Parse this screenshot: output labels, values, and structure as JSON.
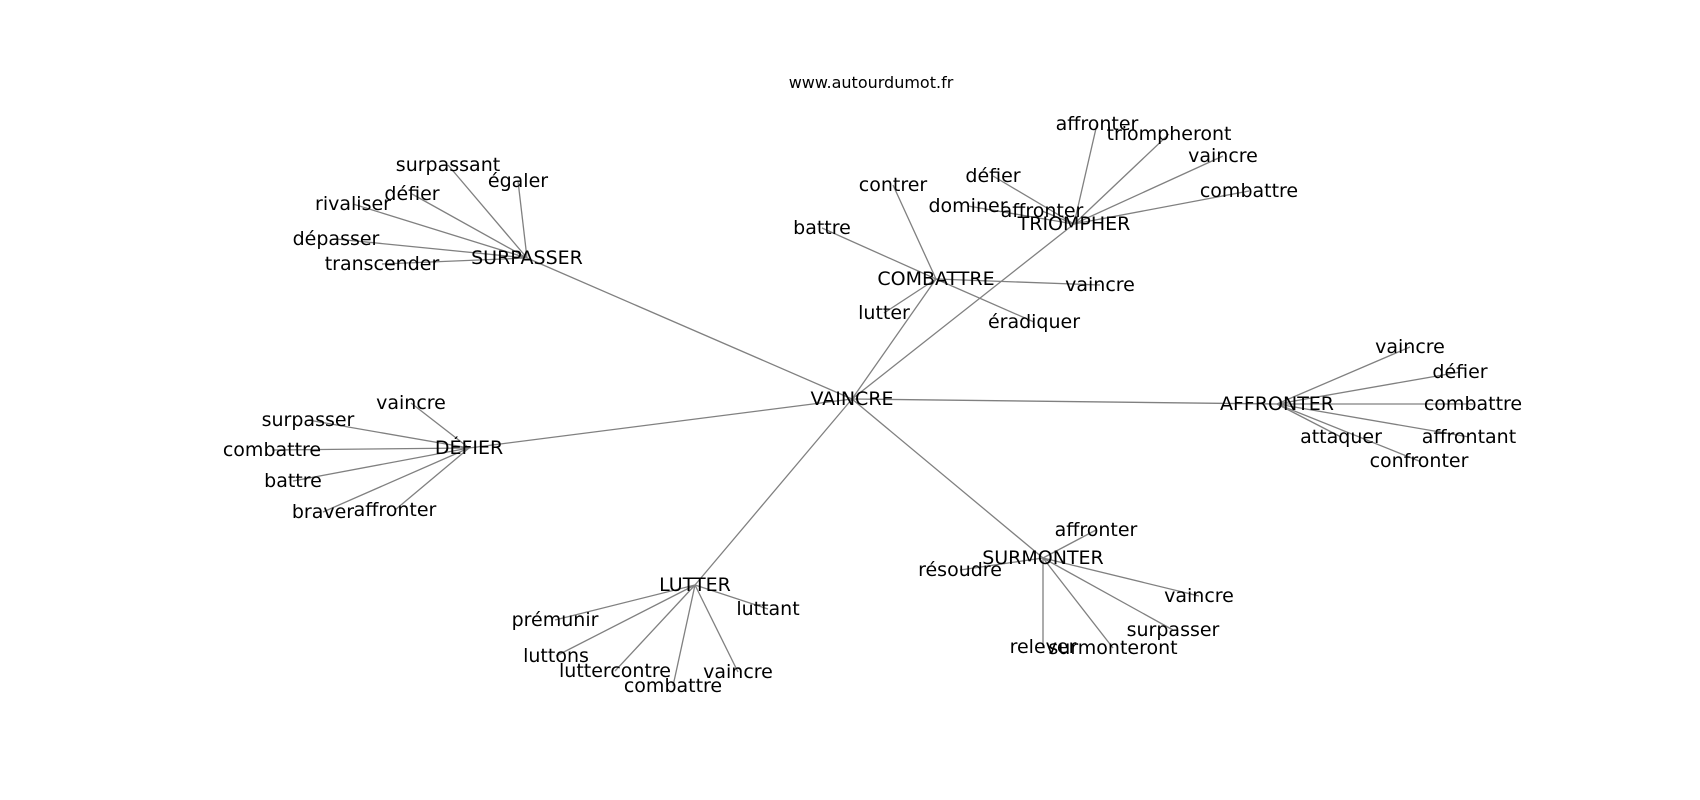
{
  "source": "www.autourdumot.fr",
  "nodes": [
    {
      "id": "vaincre_root",
      "label": "VAINCRE"
    },
    {
      "id": "surpasser_hub",
      "label": "SURPASSER"
    },
    {
      "id": "combattre_hub",
      "label": "COMBATTRE"
    },
    {
      "id": "triompher_hub",
      "label": "TRIOMPHER"
    },
    {
      "id": "affronter_hub",
      "label": "AFFRONTER"
    },
    {
      "id": "defier_hub",
      "label": "DÉFIER"
    },
    {
      "id": "lutter_hub",
      "label": "LUTTER"
    },
    {
      "id": "surmonter_hub",
      "label": "SURMONTER"
    },
    {
      "id": "s1",
      "label": "surpassant"
    },
    {
      "id": "s2",
      "label": "égaler"
    },
    {
      "id": "s3",
      "label": "défier"
    },
    {
      "id": "s4",
      "label": "rivaliser"
    },
    {
      "id": "s5",
      "label": "dépasser"
    },
    {
      "id": "s6",
      "label": "transcender"
    },
    {
      "id": "c1",
      "label": "contrer"
    },
    {
      "id": "c2",
      "label": "battre"
    },
    {
      "id": "c3",
      "label": "lutter"
    },
    {
      "id": "c4",
      "label": "vaincre"
    },
    {
      "id": "c5",
      "label": "éradiquer"
    },
    {
      "id": "t1",
      "label": "affronter"
    },
    {
      "id": "t2",
      "label": "triompheront"
    },
    {
      "id": "t3",
      "label": "défier"
    },
    {
      "id": "t4",
      "label": "vaincre"
    },
    {
      "id": "t5",
      "label": "dominer"
    },
    {
      "id": "t6",
      "label": "affronter"
    },
    {
      "id": "t7",
      "label": "combattre"
    },
    {
      "id": "a1",
      "label": "vaincre"
    },
    {
      "id": "a2",
      "label": "défier"
    },
    {
      "id": "a3",
      "label": "combattre"
    },
    {
      "id": "a4",
      "label": "attaquer"
    },
    {
      "id": "a5",
      "label": "affrontant"
    },
    {
      "id": "a6",
      "label": "confronter"
    },
    {
      "id": "d1",
      "label": "vaincre"
    },
    {
      "id": "d2",
      "label": "surpasser"
    },
    {
      "id": "d3",
      "label": "combattre"
    },
    {
      "id": "d4",
      "label": "battre"
    },
    {
      "id": "d5",
      "label": "braver"
    },
    {
      "id": "d6",
      "label": "affronter"
    },
    {
      "id": "l1",
      "label": "prémunir"
    },
    {
      "id": "l2",
      "label": "luttant"
    },
    {
      "id": "l3",
      "label": "luttons"
    },
    {
      "id": "l4",
      "label": "luttercontre"
    },
    {
      "id": "l5",
      "label": "combattre"
    },
    {
      "id": "l6",
      "label": "vaincre"
    },
    {
      "id": "m1",
      "label": "affronter"
    },
    {
      "id": "m2",
      "label": "résoudre"
    },
    {
      "id": "m3",
      "label": "vaincre"
    },
    {
      "id": "m4",
      "label": "surpasser"
    },
    {
      "id": "m5",
      "label": "relever"
    },
    {
      "id": "m6",
      "label": "surmonteront"
    }
  ],
  "edges": [
    [
      "vaincre_root",
      "surpasser_hub"
    ],
    [
      "vaincre_root",
      "combattre_hub"
    ],
    [
      "vaincre_root",
      "triompher_hub"
    ],
    [
      "vaincre_root",
      "affronter_hub"
    ],
    [
      "vaincre_root",
      "defier_hub"
    ],
    [
      "vaincre_root",
      "lutter_hub"
    ],
    [
      "vaincre_root",
      "surmonter_hub"
    ],
    [
      "surpasser_hub",
      "s1"
    ],
    [
      "surpasser_hub",
      "s2"
    ],
    [
      "surpasser_hub",
      "s3"
    ],
    [
      "surpasser_hub",
      "s4"
    ],
    [
      "surpasser_hub",
      "s5"
    ],
    [
      "surpasser_hub",
      "s6"
    ],
    [
      "combattre_hub",
      "c1"
    ],
    [
      "combattre_hub",
      "c2"
    ],
    [
      "combattre_hub",
      "c3"
    ],
    [
      "combattre_hub",
      "c4"
    ],
    [
      "combattre_hub",
      "c5"
    ],
    [
      "triompher_hub",
      "t1"
    ],
    [
      "triompher_hub",
      "t2"
    ],
    [
      "triompher_hub",
      "t3"
    ],
    [
      "triompher_hub",
      "t4"
    ],
    [
      "triompher_hub",
      "t5"
    ],
    [
      "triompher_hub",
      "t6"
    ],
    [
      "triompher_hub",
      "t7"
    ],
    [
      "affronter_hub",
      "a1"
    ],
    [
      "affronter_hub",
      "a2"
    ],
    [
      "affronter_hub",
      "a3"
    ],
    [
      "affronter_hub",
      "a4"
    ],
    [
      "affronter_hub",
      "a5"
    ],
    [
      "affronter_hub",
      "a6"
    ],
    [
      "defier_hub",
      "d1"
    ],
    [
      "defier_hub",
      "d2"
    ],
    [
      "defier_hub",
      "d3"
    ],
    [
      "defier_hub",
      "d4"
    ],
    [
      "defier_hub",
      "d5"
    ],
    [
      "defier_hub",
      "d6"
    ],
    [
      "lutter_hub",
      "l1"
    ],
    [
      "lutter_hub",
      "l2"
    ],
    [
      "lutter_hub",
      "l3"
    ],
    [
      "lutter_hub",
      "l4"
    ],
    [
      "lutter_hub",
      "l5"
    ],
    [
      "lutter_hub",
      "l6"
    ],
    [
      "surmonter_hub",
      "m1"
    ],
    [
      "surmonter_hub",
      "m2"
    ],
    [
      "surmonter_hub",
      "m3"
    ],
    [
      "surmonter_hub",
      "m4"
    ],
    [
      "surmonter_hub",
      "m5"
    ],
    [
      "surmonter_hub",
      "m6"
    ]
  ]
}
